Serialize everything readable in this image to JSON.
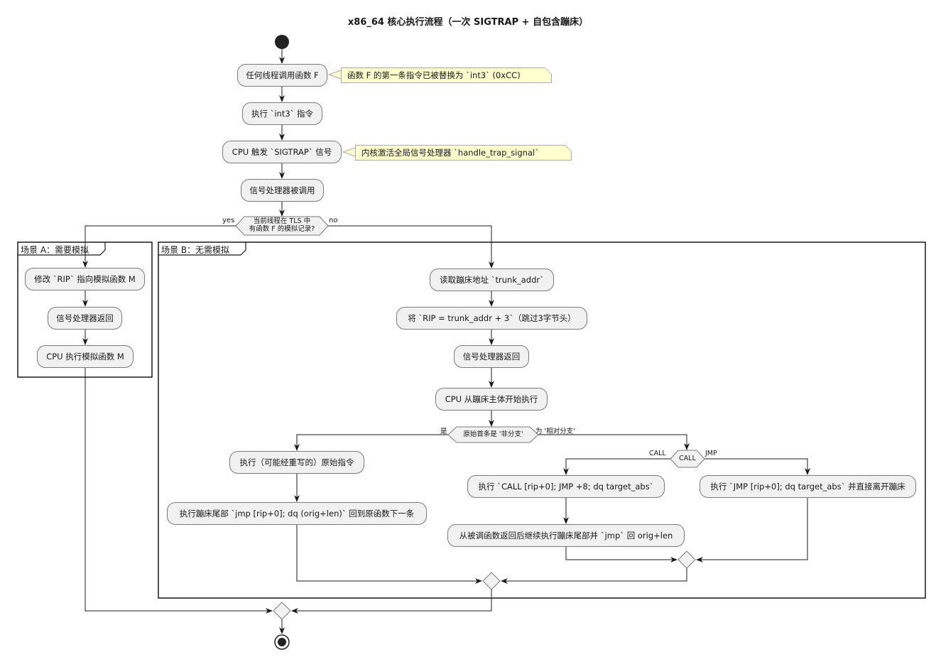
{
  "title": "x86_64 核心执行流程（一次 SIGTRAP + 自包含蹦床）",
  "main_flow": {
    "step1": "任何线程调用函数 F",
    "note1": "函数 F 的第一条指令已被替换为 `int3` (0xCC)",
    "step2": "执行 `int3` 指令",
    "step3": "CPU 触发 `SIGTRAP` 信号",
    "note2": "内核激活全局信号处理器 `handle_trap_signal`",
    "step4": "信号处理器被调用",
    "decision": "当前线程在 TLS 中\n有函数 F 的模拟记录?",
    "yes": "yes",
    "no": "no"
  },
  "partition_a": {
    "label": "场景 A：需要模拟",
    "steps": [
      "修改 `RIP` 指向模拟函数 M",
      "信号处理器返回",
      "CPU 执行模拟函数 M"
    ]
  },
  "partition_b": {
    "label": "场景 B：无需模拟",
    "steps": [
      "读取蹦床地址 `trunk_addr`",
      "将 `RIP = trunk_addr + 3`（跳过3字节头）",
      "信号处理器返回",
      "CPU 从蹦床主体开始执行"
    ],
    "decision1": "原始首条是 '非分支'",
    "d1_yes": "是",
    "d1_no": "为 '相对分支'",
    "left1": "执行（可能经重写的）原始指令",
    "left2": "执行蹦床尾部 `jmp [rip+0]; dq (orig+len)` 回到原函数下一条",
    "decision2": "CALL",
    "d2_left": "CALL",
    "d2_right": "JMP",
    "call1": "执行 `CALL [rip+0]; JMP +8; dq target_abs`",
    "call2": "从被调函数返回后继续执行蹦床尾部并 `jmp` 回 orig+len",
    "jmp1": "执行 `JMP [rip+0]; dq target_abs` 并直接离开蹦床"
  },
  "colors": {
    "node_fill": "#f1f1f1",
    "node_border": "#7a7a7a",
    "note_fill": "#fefece",
    "line": "#181818"
  }
}
